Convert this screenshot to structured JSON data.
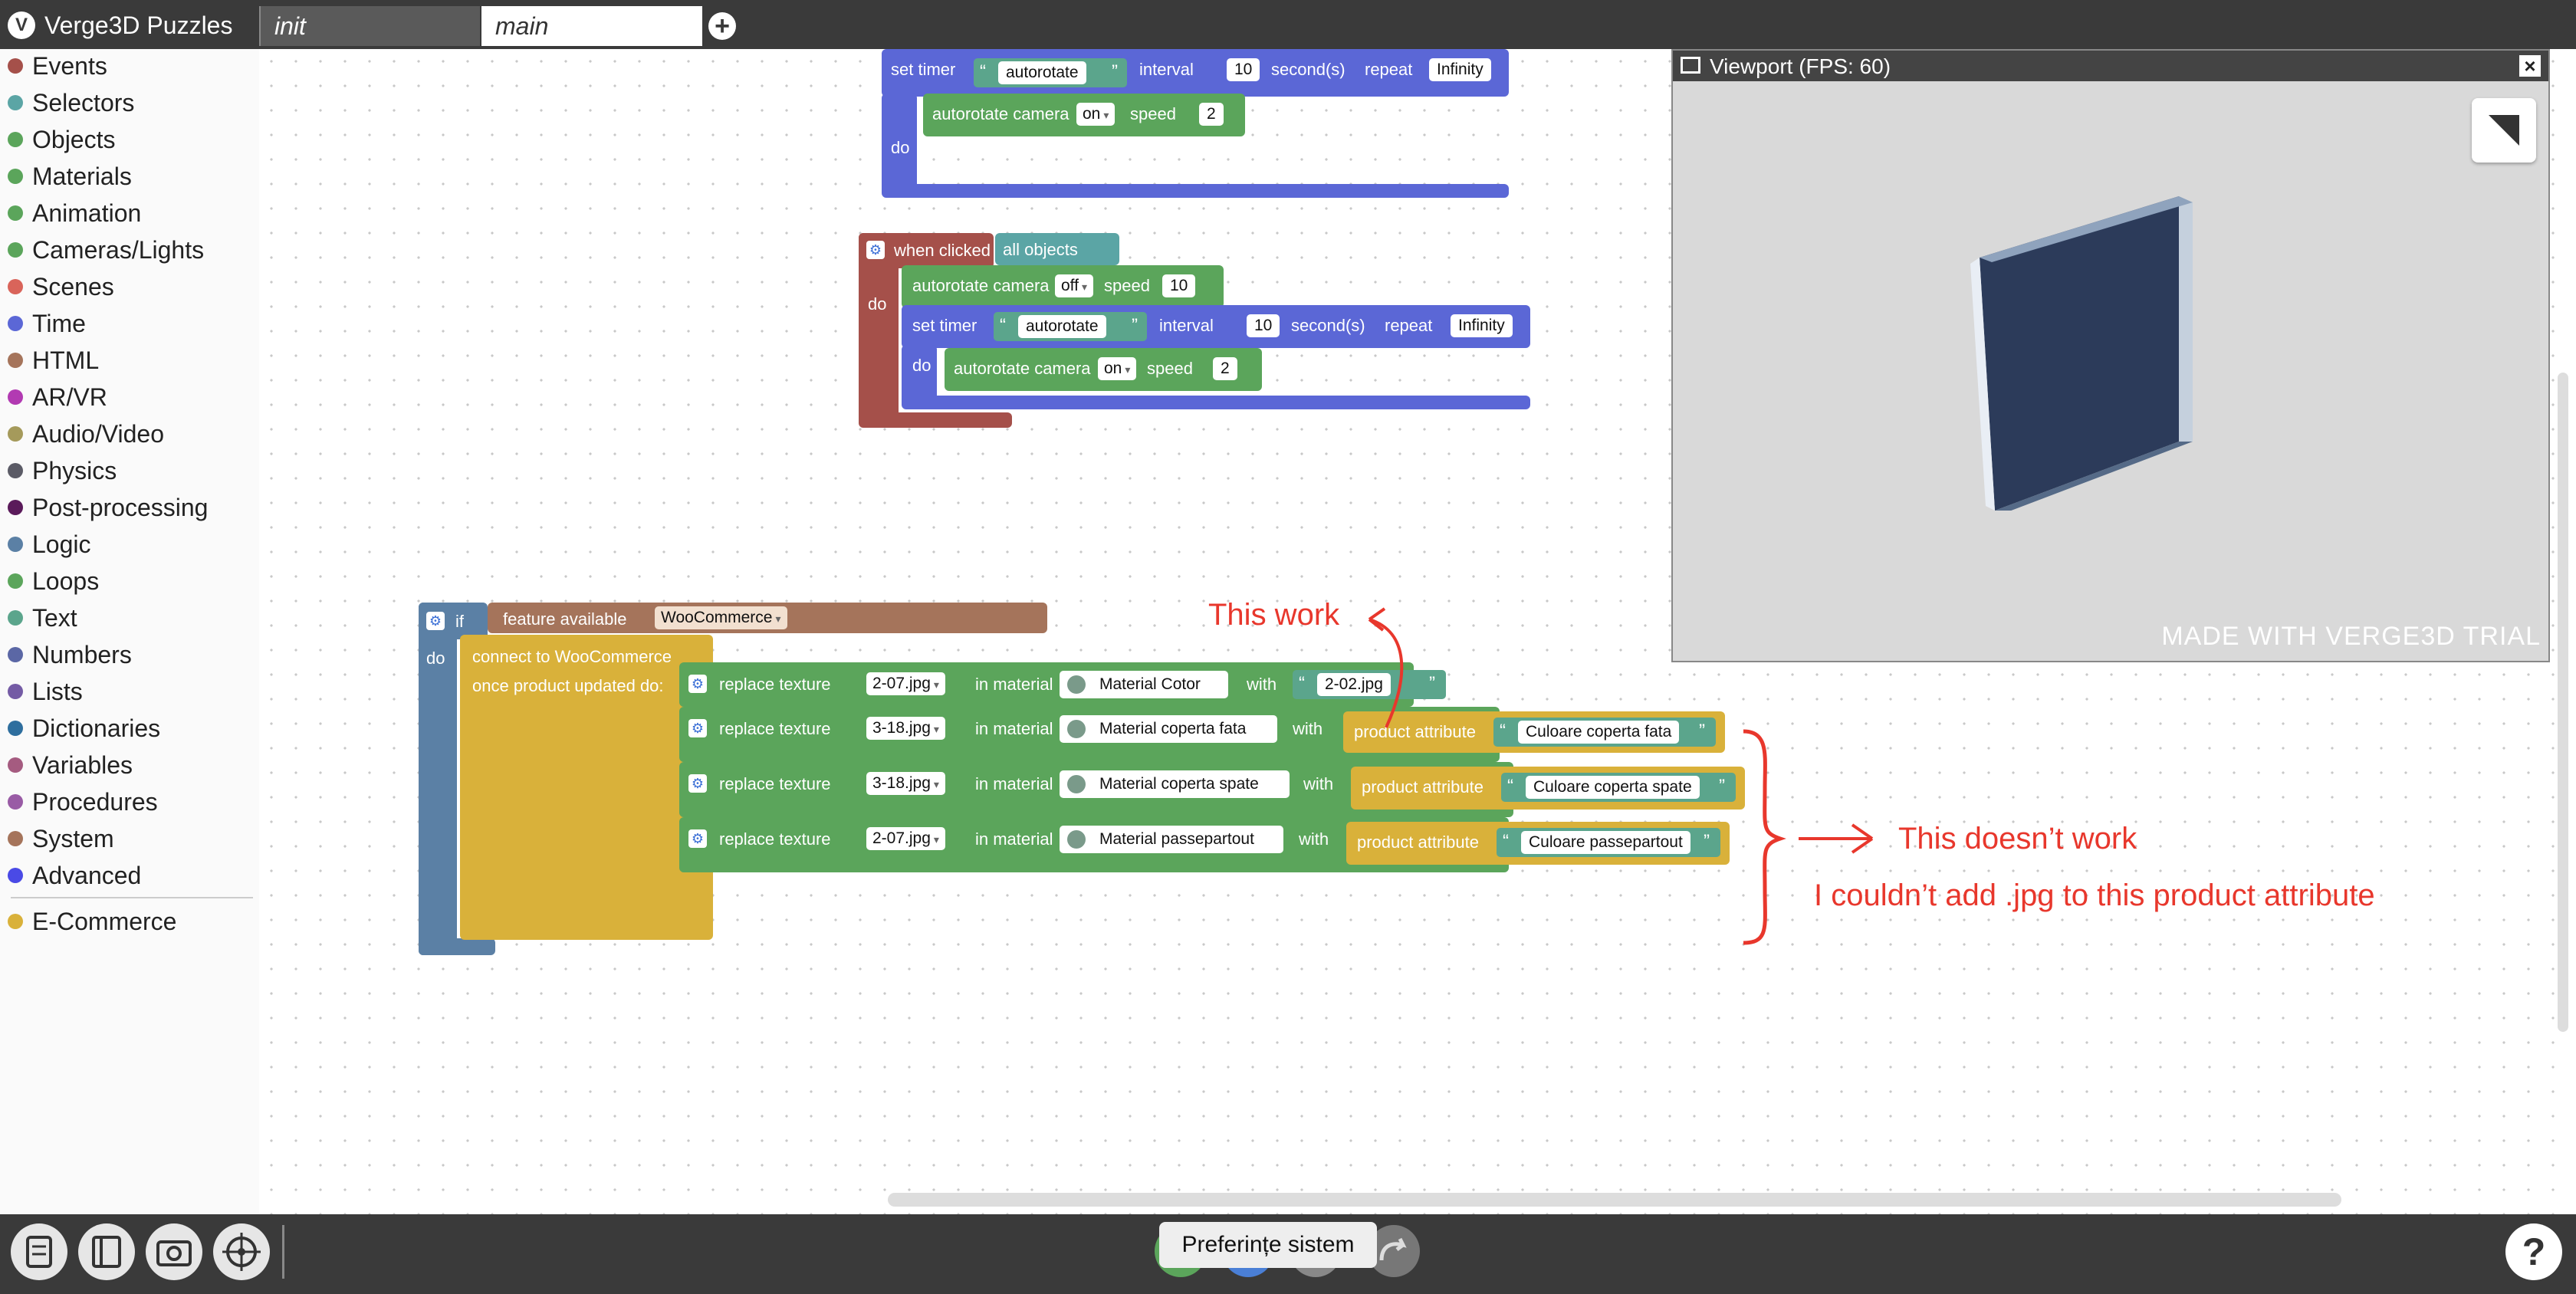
{
  "app": {
    "title": "Verge3D Puzzles",
    "logo_letter": "V"
  },
  "tabs": [
    {
      "label": "init"
    },
    {
      "label": "main"
    }
  ],
  "add_tab_icon": "+",
  "sidebar": {
    "categories": [
      {
        "label": "Events",
        "color": "#a5504a"
      },
      {
        "label": "Selectors",
        "color": "#5ba5a5"
      },
      {
        "label": "Objects",
        "color": "#5ba55b"
      },
      {
        "label": "Materials",
        "color": "#5ba55b"
      },
      {
        "label": "Animation",
        "color": "#5ba55b"
      },
      {
        "label": "Cameras/Lights",
        "color": "#5ba55b"
      },
      {
        "label": "Scenes",
        "color": "#d9645a"
      },
      {
        "label": "Time",
        "color": "#5b67d6"
      },
      {
        "label": "HTML",
        "color": "#a5745b"
      },
      {
        "label": "AR/VR",
        "color": "#b23ab2"
      },
      {
        "label": "Audio/Video",
        "color": "#a59a5b"
      },
      {
        "label": "Physics",
        "color": "#5b5b66"
      },
      {
        "label": "Post-processing",
        "color": "#5a1a5a"
      },
      {
        "label": "Logic",
        "color": "#5b80a5"
      },
      {
        "label": "Loops",
        "color": "#5ba55b"
      },
      {
        "label": "Text",
        "color": "#5ba58c"
      },
      {
        "label": "Numbers",
        "color": "#5b67a5"
      },
      {
        "label": "Lists",
        "color": "#745ba5"
      },
      {
        "label": "Dictionaries",
        "color": "#2e6e9e"
      },
      {
        "label": "Variables",
        "color": "#a55b80"
      },
      {
        "label": "Procedures",
        "color": "#995ba5"
      },
      {
        "label": "System",
        "color": "#a5745b"
      },
      {
        "label": "Advanced",
        "color": "#4a4ae6"
      }
    ],
    "extra": {
      "label": "E-Commerce",
      "color": "#d9b13a"
    }
  },
  "blocks": {
    "timer1": {
      "set_timer": "set timer",
      "name": "autorotate",
      "interval": "interval",
      "interval_value": "10",
      "seconds": "second(s)",
      "repeat": "repeat",
      "repeat_value": "Infinity",
      "do": "do",
      "inner": {
        "label": "autorotate camera",
        "state": "on",
        "speed": "speed",
        "speed_value": "2"
      }
    },
    "clicked": {
      "when_clicked": "when clicked",
      "target": "all objects",
      "do": "do",
      "rot_off": {
        "label": "autorotate camera",
        "state": "off",
        "speed": "speed",
        "speed_value": "10"
      },
      "timer": {
        "set_timer": "set timer",
        "name": "autorotate",
        "interval": "interval",
        "interval_value": "10",
        "seconds": "second(s)",
        "repeat": "repeat",
        "repeat_value": "Infinity",
        "do": "do"
      },
      "rot_on": {
        "label": "autorotate camera",
        "state": "on",
        "speed": "speed",
        "speed_value": "2"
      }
    },
    "woo": {
      "if": "if",
      "do": "do",
      "feature": "feature available",
      "feature_value": "WooCommerce",
      "connect": "connect to WooCommerce",
      "once": "once product updated do:",
      "rows": [
        {
          "replace": "replace texture",
          "texture": "2-07.jpg",
          "in_material": "in material",
          "material": "Material Cotor",
          "with": "with",
          "value": "2-02.jpg"
        },
        {
          "replace": "replace texture",
          "texture": "3-18.jpg",
          "in_material": "in material",
          "material": "Material coperta fata",
          "with": "with",
          "attr_label": "product attribute",
          "value": "Culoare coperta fata"
        },
        {
          "replace": "replace texture",
          "texture": "3-18.jpg",
          "in_material": "in material",
          "material": "Material coperta spate",
          "with": "with",
          "attr_label": "product attribute",
          "value": "Culoare coperta spate"
        },
        {
          "replace": "replace texture",
          "texture": "2-07.jpg",
          "in_material": "in material",
          "material": "Material passepartout",
          "with": "with",
          "attr_label": "product attribute",
          "value": "Culoare passepartout"
        }
      ]
    }
  },
  "annotations": {
    "works": "This work",
    "doesnt": "This doesn’t work",
    "couldnt": "I couldn’t add .jpg to this product attribute",
    "color": "#e8372c"
  },
  "viewport": {
    "title": "Viewport (FPS: 60)",
    "close": "×",
    "watermark": "MADE WITH VERGE3D TRIAL"
  },
  "toolbar": {
    "tooltip": "Preferințe sistem",
    "help": "?"
  },
  "colors": {
    "events": "#a5504a",
    "selectors": "#5ba5a5",
    "materials": "#5ba55b",
    "time": "#5b67d6",
    "logic": "#5b80a5",
    "ecommerce": "#d9b13a",
    "html": "#a5745b",
    "text": "#5ba58c"
  }
}
